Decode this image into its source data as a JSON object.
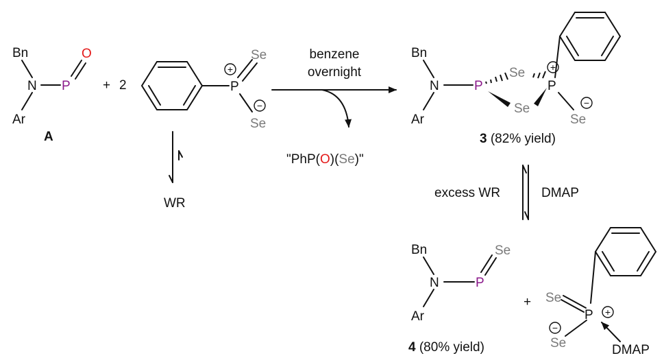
{
  "colors": {
    "phosphorus": "#8b1a8b",
    "oxygen": "#e41a1a",
    "selenium": "#7a7a7a",
    "bond": "#111111"
  },
  "atoms": {
    "bn": "Bn",
    "n": "N",
    "ar": "Ar",
    "p": "P",
    "o": "O",
    "se": "Se",
    "plus_charge": "+",
    "minus_charge": "−"
  },
  "compound_A": {
    "label": "A"
  },
  "reactants": {
    "plus": "+",
    "coefficient": "2"
  },
  "conditions_forward": {
    "line1": "benzene",
    "line2": "overnight"
  },
  "byproduct": {
    "open": "\"PhP(",
    "o": "O",
    "mid": ")(",
    "se": "Se",
    "close": ")\""
  },
  "wr_label": "WR",
  "product_3": {
    "number": "3",
    "yield": " (82% yield)"
  },
  "equilibrium": {
    "left": "excess WR",
    "right": "DMAP"
  },
  "product_4": {
    "number": "4",
    "yield": " (80% yield)"
  },
  "plus_bottom": "+",
  "dmap_label": "DMAP"
}
